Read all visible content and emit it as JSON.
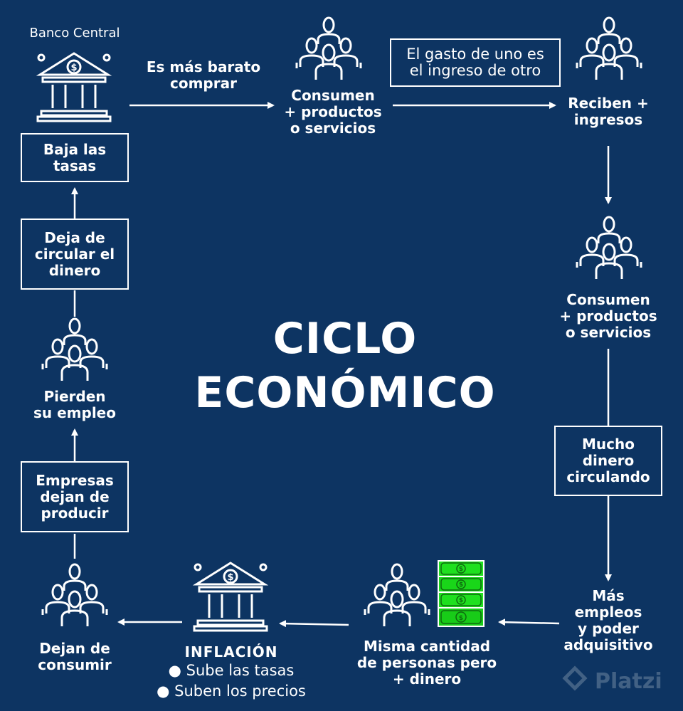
{
  "title": "CICLO\nECONÓMICO",
  "bank_top": {
    "caption": "Banco Central"
  },
  "arrow_label_top": "Es más barato\ncomprar",
  "consume_top": "Consumen\n+ productos\no servicios",
  "quote_box": "El gasto de uno es\nel ingreso de otro",
  "receive": "Reciben +\ningresos",
  "consume_right": "Consumen\n+ productos\no servicios",
  "money_box": "Mucho\ndinero\ncirculando",
  "more_jobs": "Más\nempleos\ny poder\nadquisitivo",
  "same_people": "Misma cantidad\nde personas pero\n+ dinero",
  "inflation": {
    "title": "INFLACIÓN",
    "bullets": [
      "● Sube las tasas",
      "● Suben los precios"
    ]
  },
  "stop_consume": "Dejan de\nconsumir",
  "companies_box": "Empresas\ndejan de\nproducir",
  "lose_job": "Pierden\nsu empleo",
  "stop_money_box": "Deja de\ncircular el\ndinero",
  "lower_rates_box": "Baja las\ntasas",
  "watermark": "Platzi",
  "icons": {
    "people": "people-group-icon",
    "bank": "bank-icon",
    "money": "money-stack-icon"
  },
  "colors": {
    "background": "#0d3462",
    "money": "#1fe01f"
  }
}
